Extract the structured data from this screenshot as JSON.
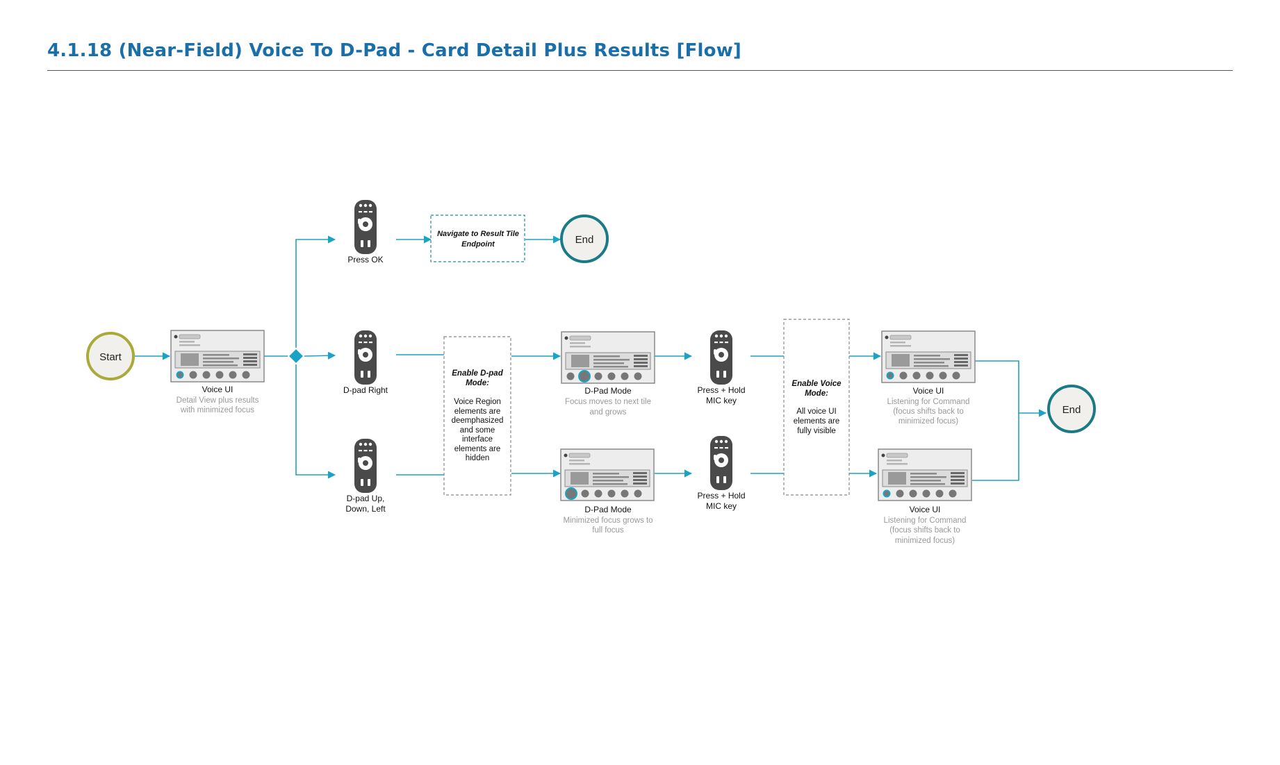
{
  "header": {
    "title": "4.1.18  (Near-Field) Voice To D-Pad - Card Detail Plus Results [Flow]"
  },
  "colors": {
    "arrow": "#1aa3c4",
    "start_ring": "#a9aa3a",
    "end_ring": "#1a7a86",
    "title": "#1a6fa8",
    "note_text": "#999999"
  },
  "nodes": {
    "start": "Start",
    "end": "End",
    "voice_ui_1": {
      "title": "Voice UI",
      "note": "Detail View plus results with minimized focus"
    },
    "press_ok": "Press OK",
    "navigate_box": "Navigate to Result Tile Endpoint",
    "dpad_right": "D-pad Right",
    "dpad_udl": "D-pad Up, Down, Left",
    "enable_dpad_box": {
      "title": "Enable D-pad Mode:",
      "body": "Voice Region elements are deemphasized and some interface elements are hidden"
    },
    "dpad_mode_1": {
      "title": "D-Pad Mode",
      "note": "Focus moves to next tile and grows"
    },
    "dpad_mode_2": {
      "title": "D-Pad Mode",
      "note": "Minimized focus grows to full focus"
    },
    "press_hold_1": "Press + Hold MIC key",
    "press_hold_2": "Press + Hold MIC key",
    "enable_voice_box": {
      "title": "Enable Voice Mode:",
      "body": "All voice UI elements are fully visible"
    },
    "voice_ui_2": {
      "title": "Voice UI",
      "note": "Listening for Command (focus shifts back to minimized focus)"
    },
    "voice_ui_3": {
      "title": "Voice UI",
      "note": "Listening for Command (focus shifts back to minimized focus)"
    }
  }
}
